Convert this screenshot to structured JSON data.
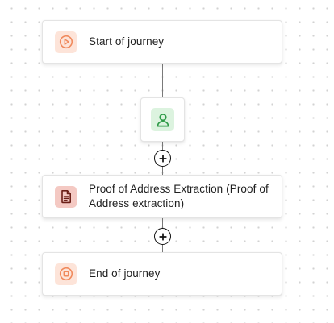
{
  "flow": {
    "start": {
      "label": "Start of journey",
      "icon": "play-circle-icon",
      "color": "#f08a5d"
    },
    "verification_step": {
      "icon": "user-icon",
      "color": "#2e9a47"
    },
    "proof_of_address": {
      "label": "Proof of Address Extraction (Proof of Address extraction)",
      "icon": "document-icon",
      "color": "#6b1f17"
    },
    "end": {
      "label": "End of journey",
      "icon": "stop-circle-icon",
      "color": "#f08a5d"
    },
    "add_step_buttons": [
      {
        "icon": "plus-circle-icon"
      },
      {
        "icon": "plus-circle-icon"
      }
    ]
  },
  "colors": {
    "canvas_background": "#ffffff",
    "grid_dot": "#d2d2d2",
    "connector_line": "#7a7a7a",
    "accent_orange": "#f08a5d",
    "accent_green": "#2e9a47"
  }
}
